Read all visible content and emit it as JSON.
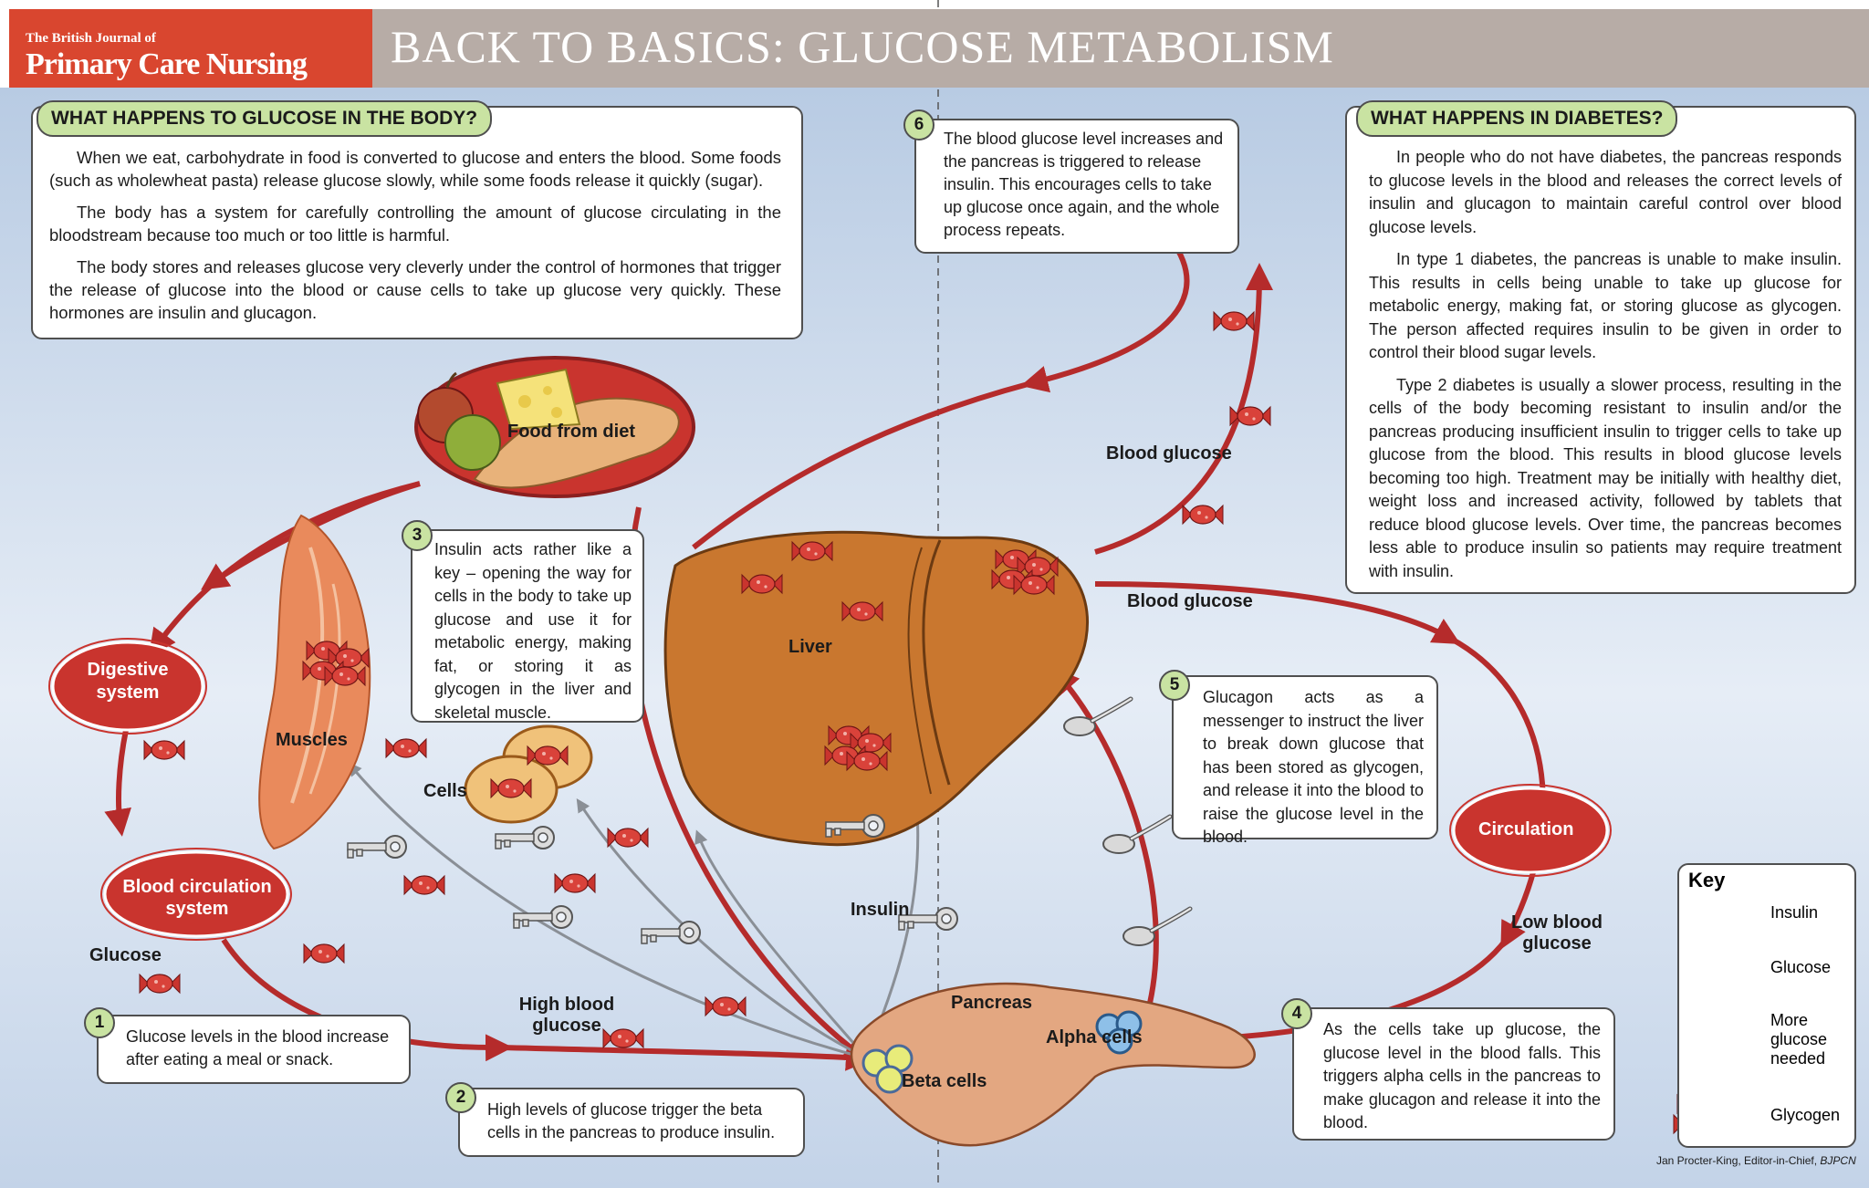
{
  "header": {
    "journal_small": "The British Journal of",
    "journal_name": "Primary Care Nursing",
    "title": "BACK TO BASICS: GLUCOSE METABOLISM"
  },
  "body_box": {
    "heading": "WHAT HAPPENS TO GLUCOSE IN THE BODY?",
    "paragraphs": [
      "When we eat, carbohydrate in food is converted to glucose and enters the blood. Some foods (such as wholewheat pasta) release glucose slowly, while some foods release it quickly (sugar).",
      "The body has a system for carefully controlling the amount of glucose circulating in the bloodstream because too much or too little is harmful.",
      "The body stores and releases glucose very cleverly under the control of hormones that trigger the release of glucose into the blood or cause cells to take up glucose very quickly. These hormones are insulin and glucagon."
    ]
  },
  "diabetes_box": {
    "heading": "WHAT HAPPENS IN DIABETES?",
    "paragraphs": [
      "In people who do not have diabetes, the pancreas responds to glucose levels in the blood and releases the correct levels of insulin and glucagon to maintain careful control over blood glucose levels.",
      "In type 1 diabetes, the pancreas is unable to make insulin. This results in cells being unable to take up glucose for metabolic energy, making fat, or storing glucose as glycogen. The person affected requires insulin to be given in order to control their blood sugar levels.",
      "Type 2 diabetes is usually a slower process, resulting in the cells of the body becoming resistant to insulin and/or the pancreas producing insufficient insulin to trigger cells to take up glucose from the blood. This results in blood glucose levels becoming too high. Treatment may be initially with healthy diet, weight loss and increased activity, followed by tablets that reduce blood glucose levels. Over time, the pancreas becomes less able to produce insulin so patients may require treatment with insulin."
    ]
  },
  "steps": [
    {
      "number": "1",
      "text": "Glucose levels in the blood increase after eating a meal or snack."
    },
    {
      "number": "2",
      "text": "High levels of glucose trigger the beta cells in the pancreas to produce insulin."
    },
    {
      "number": "3",
      "text": "Insulin acts rather like a key – opening the way for cells in the body to take up glucose and use it for metabolic energy, making fat, or storing it as glycogen in the liver and skeletal muscle."
    },
    {
      "number": "4",
      "text": "As the cells take up glucose, the glucose level in the blood falls. This triggers alpha cells in the pancreas to make glucagon and release it into the blood."
    },
    {
      "number": "5",
      "text": "Glucagon acts as a messenger to instruct the liver to break down glucose that has been stored as glycogen, and release it into the blood to raise the glucose level in the blood."
    },
    {
      "number": "6",
      "text": "The blood glucose level increases and the pancreas is triggered to release insulin. This encourages cells to take up glucose once again, and the whole process repeats."
    }
  ],
  "labels": {
    "food": "Food from diet",
    "digestive": "Digestive system",
    "blood_circulation": "Blood circulation system",
    "glucose": "Glucose",
    "muscles": "Muscles",
    "cells": "Cells",
    "liver": "Liver",
    "insulin": "Insulin",
    "high_blood_glucose": "High blood glucose",
    "pancreas": "Pancreas",
    "alpha_cells": "Alpha cells",
    "beta_cells": "Beta cells",
    "blood_glucose_top": "Blood glucose",
    "blood_glucose_mid": "Blood glucose",
    "circulation": "Circulation",
    "low_blood_glucose": "Low blood glucose"
  },
  "key": {
    "title": "Key",
    "items": [
      "Insulin",
      "Glucose",
      "More glucose needed",
      "Glycogen"
    ]
  },
  "credit": {
    "prefix": "Jan Procter-King, ",
    "role": "Editor-in-Chief, ",
    "journal": "BJPCN"
  },
  "colors": {
    "logo_red": "#d9462f",
    "header_grey": "#b7aca6",
    "arrow_red": "#b52b2b",
    "organ_orange": "#c9772f",
    "callout_green": "#c9e3a2",
    "background_blue": "#c9d8ea"
  }
}
